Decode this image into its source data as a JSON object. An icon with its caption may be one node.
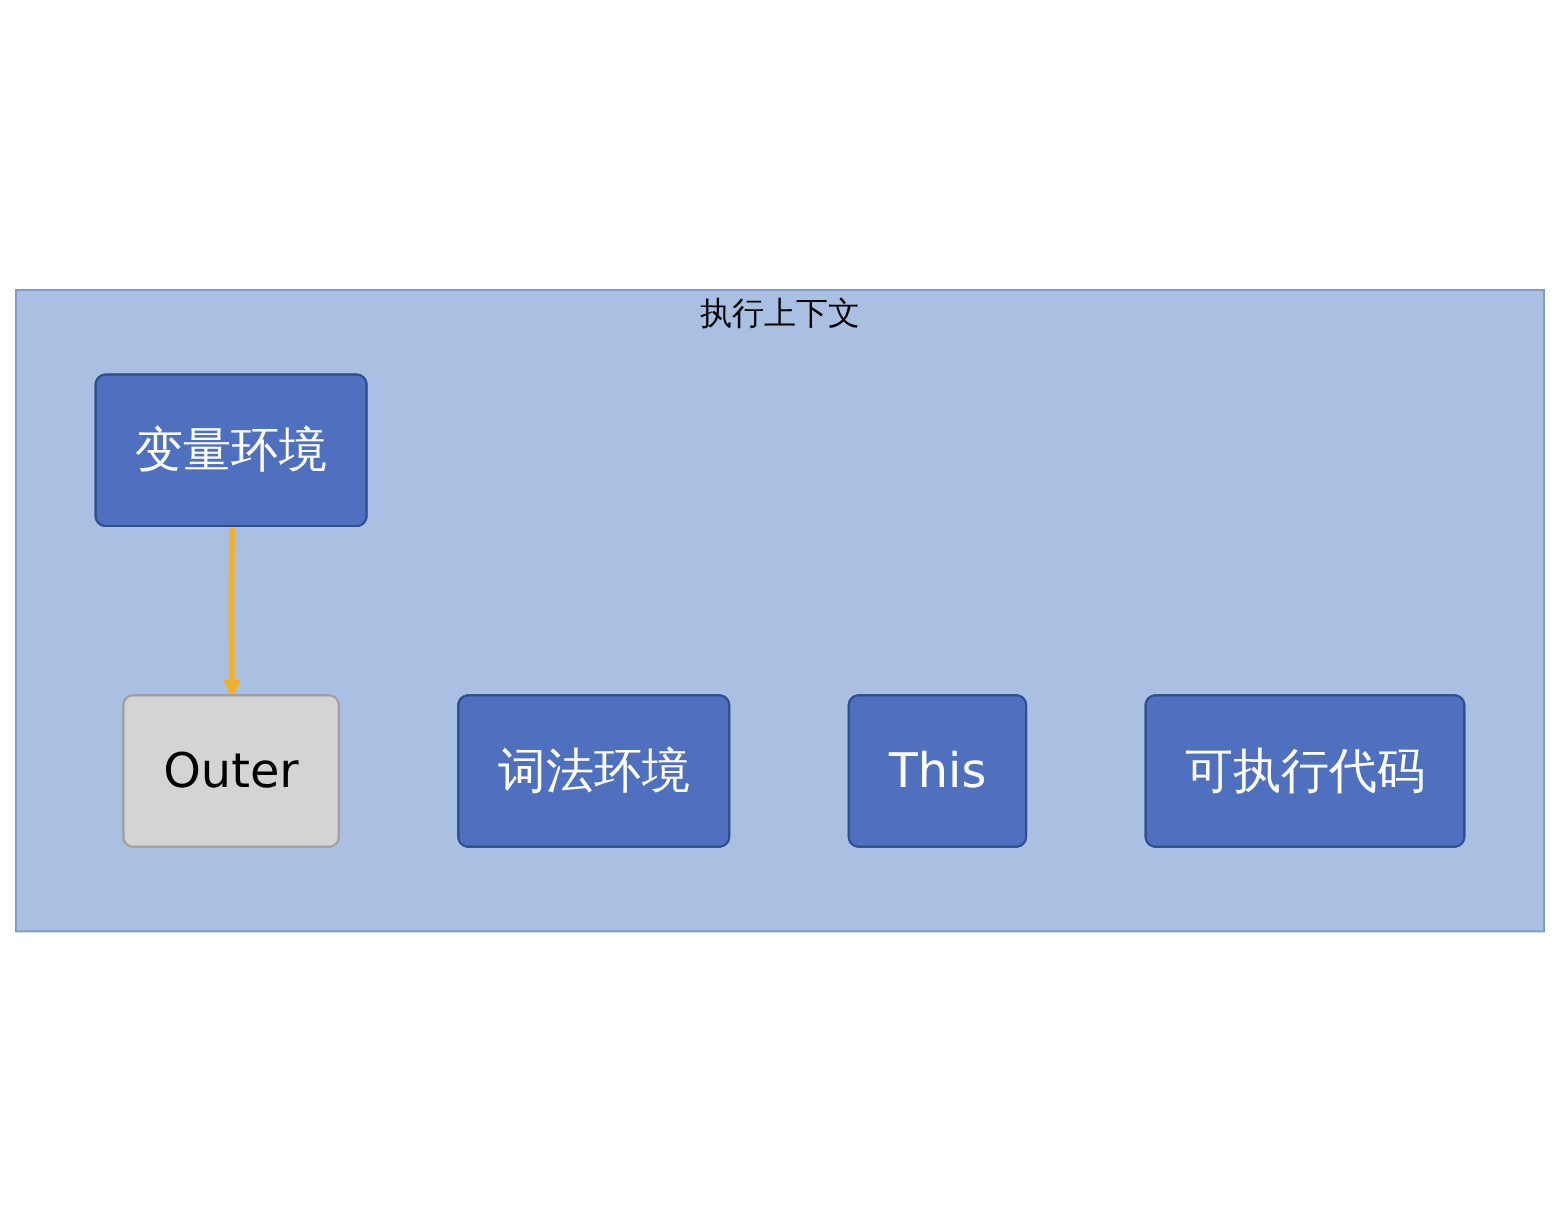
{
  "diagram": {
    "nodes": [
      {
        "text": [
          "执行上下文"
        ]
      },
      {
        "text": [
          "变量环境"
        ],
        "in": 0
      },
      {
        "text": [
          "词法环境"
        ],
        "in": 0
      },
      {
        "text": [
          "Outer"
        ],
        "in": 0
      },
      {
        "text": [
          "This"
        ],
        "in": 0
      },
      {
        "text": [
          "可执行代码"
        ],
        "in": 0
      }
    ],
    "edges": [
      {
        "from": 1,
        "to": 3,
        "arrow": "to",
        "color": "#f0b030"
      }
    ]
  }
}
